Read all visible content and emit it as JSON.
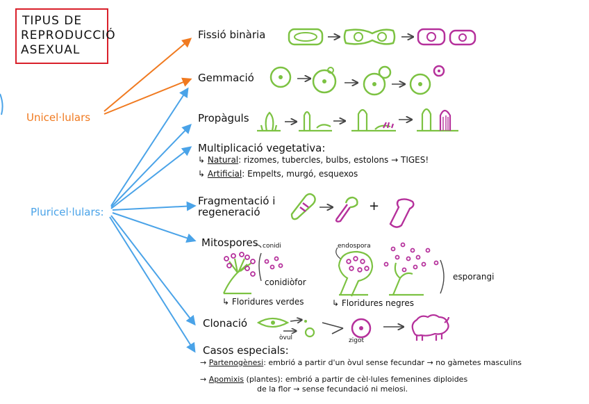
{
  "title": {
    "line1": "TIPUS DE",
    "line2": "REPRODUCCIÓ",
    "line3": "ASEXUAL"
  },
  "groups": {
    "unicellular": "Unicel·lulars",
    "pluricellular": "Pluricel·lulars:"
  },
  "types": {
    "fissio": "Fissió binària",
    "gemmacio": "Gemmació",
    "propagul": "Propàguls",
    "multiplicacio": "Multiplicació vegetativa:",
    "natural_label": "Natural",
    "natural_text": ": rizomes, tubercles, bulbs, estolons → TIGES!",
    "artificial_label": "Artificial",
    "artificial_text": ": Empelts, murgó, esquexos",
    "fragmentacio_1": "Fragmentació i",
    "fragmentacio_2": "regeneració",
    "mitospores": "Mitospores",
    "clonacio": "Clonació",
    "casos": "Casos especials:",
    "parteno_label": "Partenogènesi",
    "parteno_text": ": embrió a partir d'un òvul sense fecundar → no gàmetes masculins",
    "apomixi_label": "Apomixis",
    "apomixi_text": " (plantes): embrió a partir de cèl·lules femenines diploides",
    "apomixi_text2": "de la flor → sense fecundació ni meiosi."
  },
  "mitospores_labels": {
    "conidi": "conidi",
    "conidiofor": "conidiòfor",
    "floridures_verdes": "↳ Floridures verdes",
    "endospora": "endospora",
    "esporangi": "esporangi",
    "floridures_negres": "↳ Floridures negres"
  },
  "clonacio_labels": {
    "ovul": "òvul",
    "zigot": "zigot"
  },
  "operators": {
    "plus": "+"
  },
  "colors": {
    "orange": "#f07a20",
    "blue": "#4aa3e8",
    "green": "#7cc242",
    "magenta": "#b5309b",
    "red": "#d9202a"
  }
}
